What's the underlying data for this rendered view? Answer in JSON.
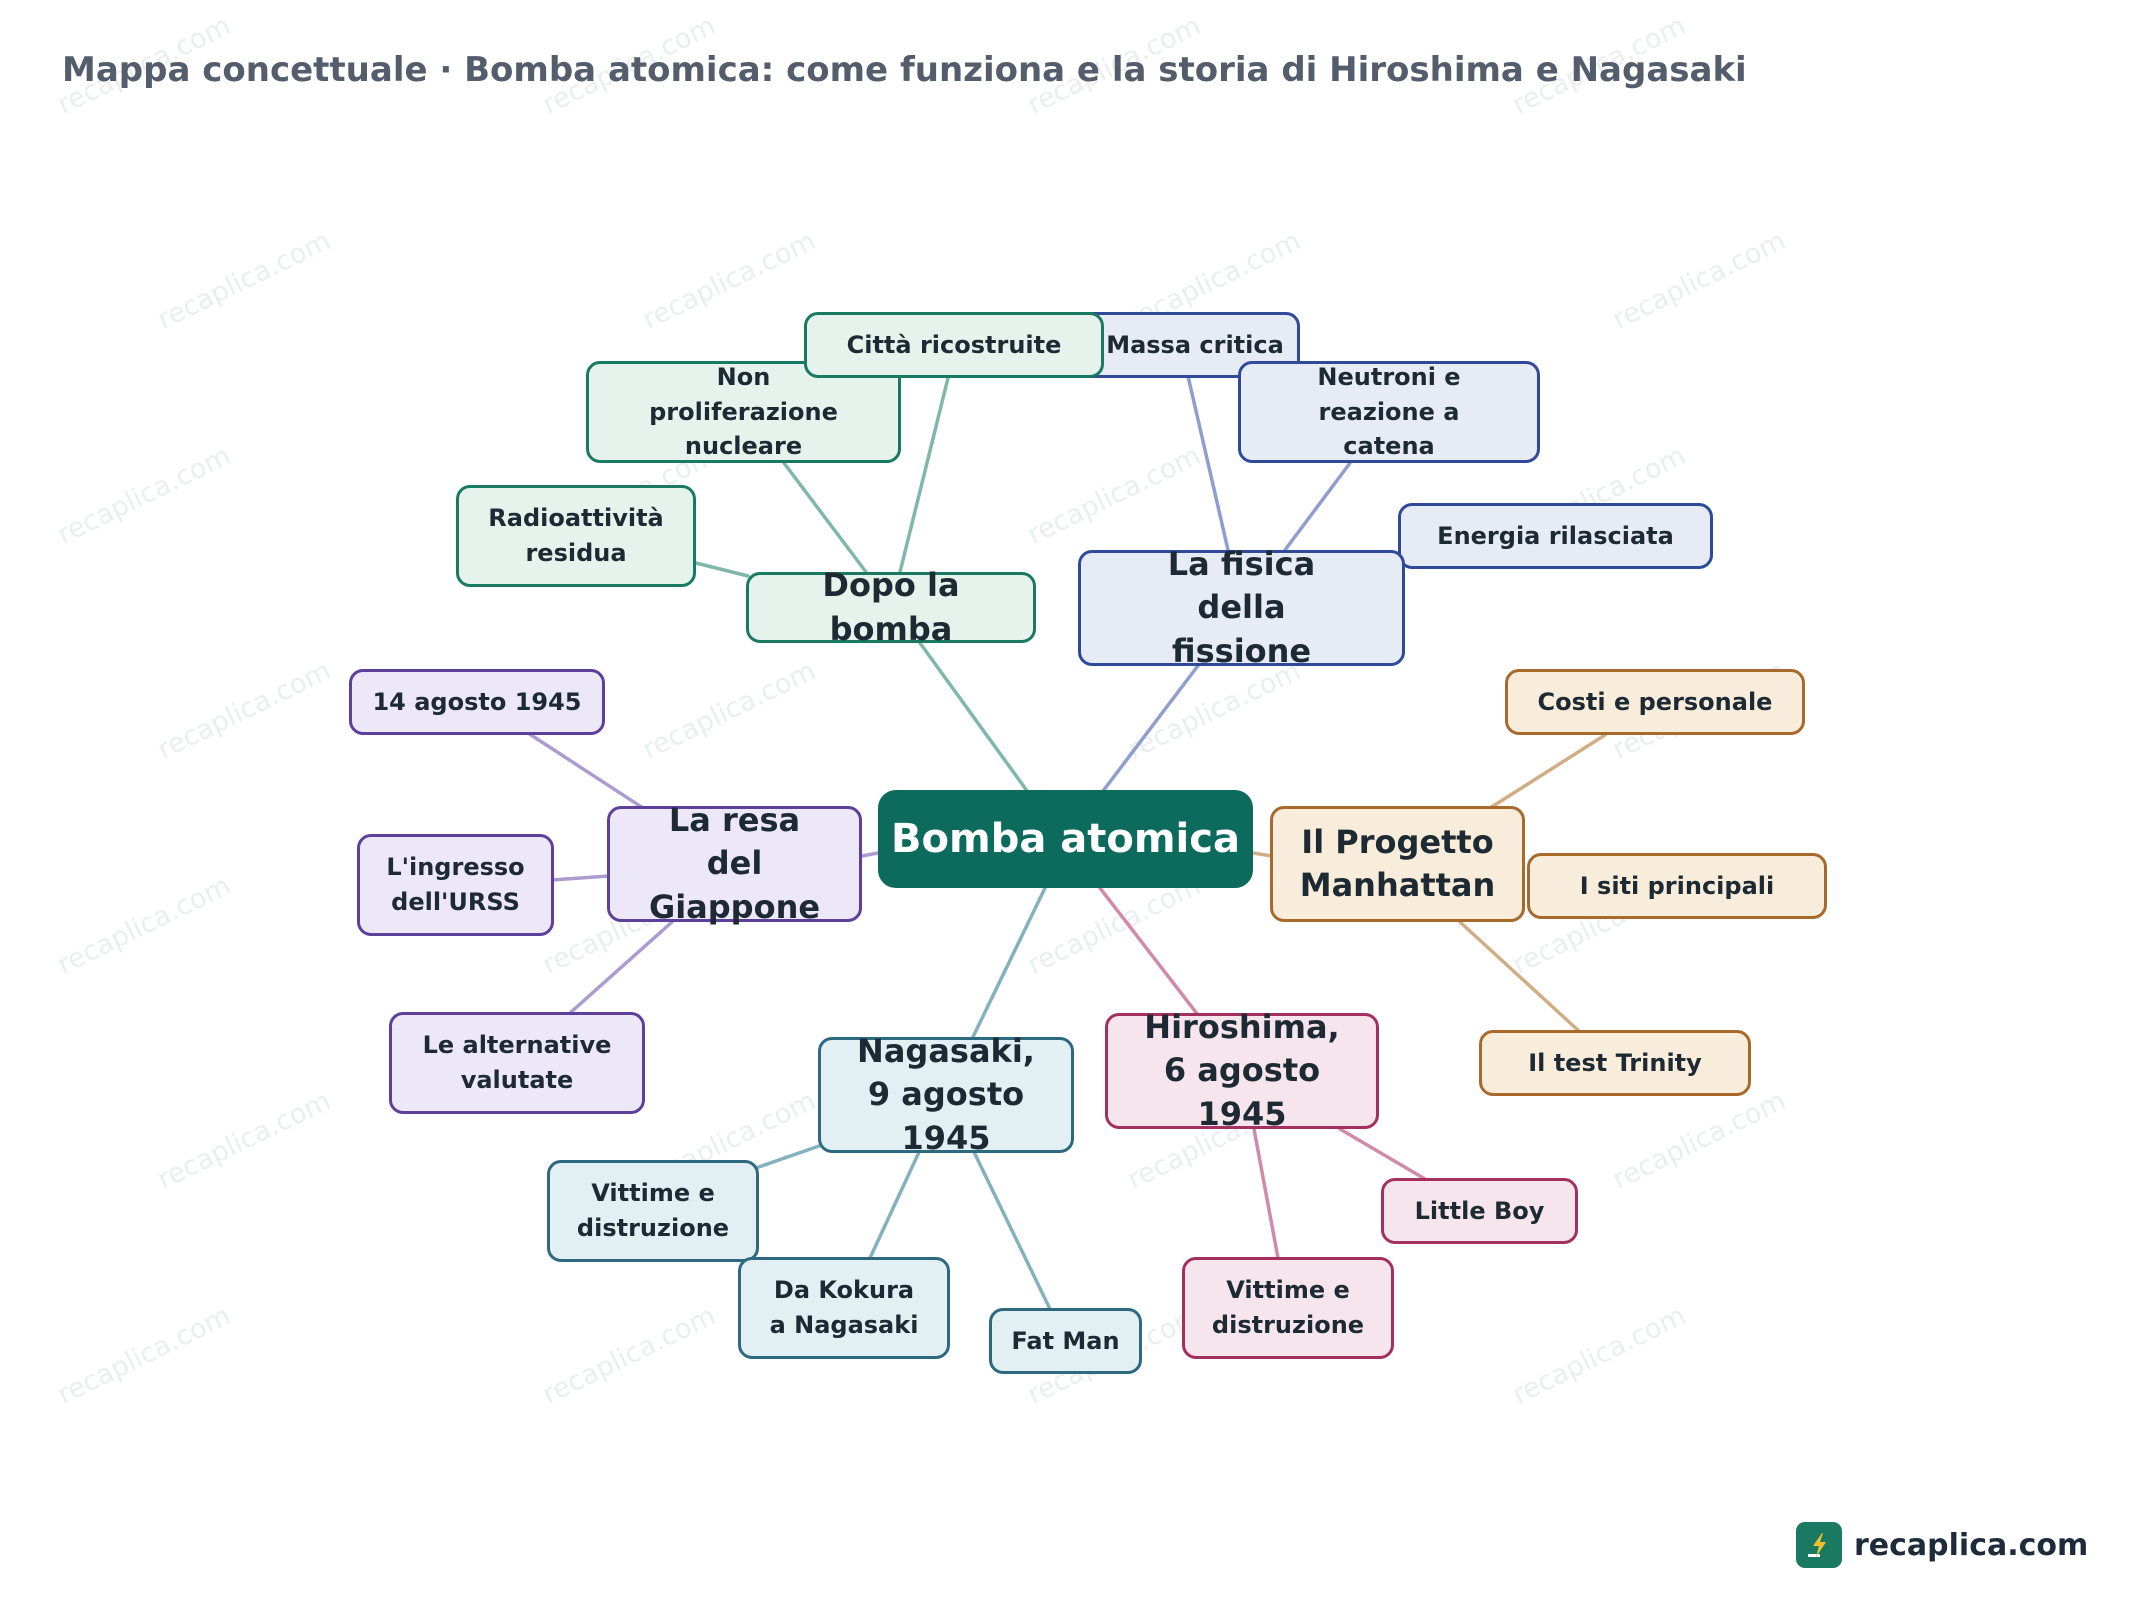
{
  "title": "Mappa concettuale · Bomba atomica: come funziona e la storia di Hiroshima e Nagasaki",
  "watermark_text": "recaplica.com",
  "brand": {
    "name": "recaplica.com",
    "icon": "lightning-bolt-icon"
  },
  "colors": {
    "root": "#0d6b5d",
    "green": "#1a7a61",
    "blue": "#2f4a99",
    "purple": "#5e3f99",
    "orange": "#a86a2c",
    "pink": "#a3305f",
    "teal": "#2d6a80"
  },
  "root": {
    "label": "Bomba atomica"
  },
  "branches": {
    "dopo": {
      "label": "Dopo la bomba",
      "children": [
        "Città ricostruite",
        "Non proliferazione nucleare",
        "Radioattività residua"
      ]
    },
    "fisica": {
      "label": "La fisica della fissione",
      "children": [
        "Massa critica",
        "Neutroni e reazione a catena",
        "Energia rilasciata"
      ]
    },
    "resa": {
      "label": "La resa del Giappone",
      "children": [
        "14 agosto 1945",
        "L'ingresso dell'URSS",
        "Le alternative valutate"
      ]
    },
    "manhattan": {
      "label": "Il Progetto Manhattan",
      "children": [
        "Costi e personale",
        "I siti principali",
        "Il test Trinity"
      ]
    },
    "nagasaki": {
      "label": "Nagasaki, 9 agosto 1945",
      "children": [
        "Vittime e distruzione",
        "Da Kokura a Nagasaki",
        "Fat Man"
      ]
    },
    "hiroshima": {
      "label": "Hiroshima, 6 agosto 1945",
      "children": [
        "Little Boy",
        "Vittime e distruzione"
      ]
    }
  }
}
